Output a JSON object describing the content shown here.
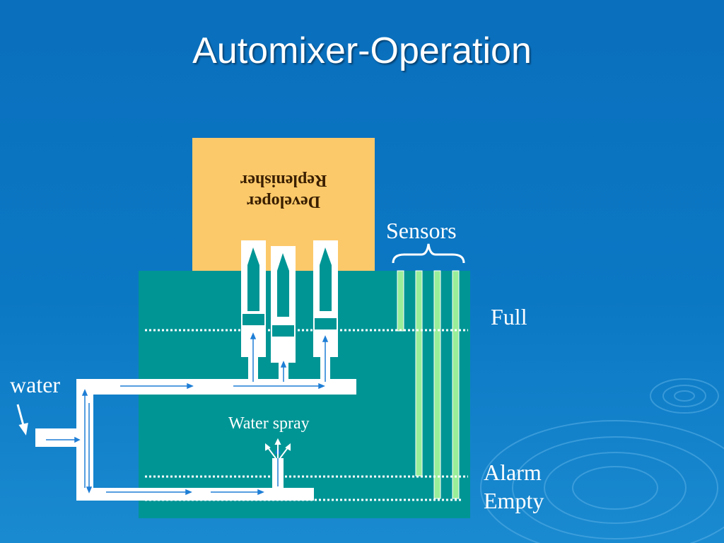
{
  "title": "Automixer-Operation",
  "replenisher": {
    "line1": "Developer",
    "line2": "Replenisher"
  },
  "labels": {
    "sensors": "Sensors",
    "full": "Full",
    "water": "water",
    "water_spray": "Water spray",
    "alarm": "Alarm",
    "empty": "Empty"
  },
  "colors": {
    "background": "#0b74c2",
    "tank": "#009595",
    "replenisher": "#fcc96a",
    "sensor": "#99ee99",
    "pipe": "#ffffff",
    "flow_arrow": "#1e7ed6"
  },
  "icons": [
    "ripple-decoration",
    "flow-arrow",
    "brace-icon"
  ]
}
